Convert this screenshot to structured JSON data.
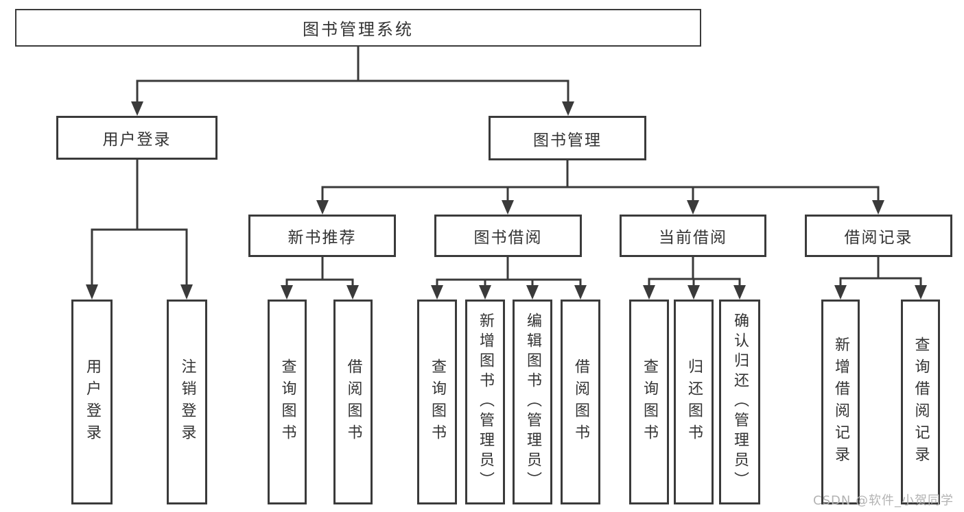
{
  "diagram": {
    "type": "hierarchy-tree",
    "colors": {
      "line": "#3a3a3a",
      "box_border": "#3a3a3a",
      "text": "#333333",
      "background": "#ffffff",
      "watermark": "#b3b3b3"
    },
    "root": {
      "label": "图书管理系统"
    },
    "branches": {
      "user_login": {
        "label": "用户登录",
        "children": {
          "login": {
            "label": "用户登录"
          },
          "logout": {
            "label": "注销登录"
          }
        }
      },
      "book_mgmt": {
        "label": "图书管理",
        "children": {
          "new_books": {
            "label": "新书推荐",
            "children": {
              "query": {
                "label": "查询图书"
              },
              "borrow": {
                "label": "借阅图书"
              }
            }
          },
          "book_borrow": {
            "label": "图书借阅",
            "children": {
              "query": {
                "label": "查询图书"
              },
              "add": {
                "label": "新增图书（管理员）"
              },
              "edit": {
                "label": "编辑图书（管理员）"
              },
              "borrow": {
                "label": "借阅图书"
              }
            }
          },
          "current_borrow": {
            "label": "当前借阅",
            "children": {
              "query": {
                "label": "查询图书"
              },
              "return": {
                "label": "归还图书"
              },
              "confirm": {
                "label": "确认归还（管理员）"
              }
            }
          },
          "borrow_records": {
            "label": "借阅记录",
            "children": {
              "add": {
                "label": "新增借阅记录"
              },
              "query": {
                "label": "查询借阅记录"
              }
            }
          }
        }
      }
    }
  },
  "watermark": {
    "text": "CSDN @软件_小贺同学"
  }
}
